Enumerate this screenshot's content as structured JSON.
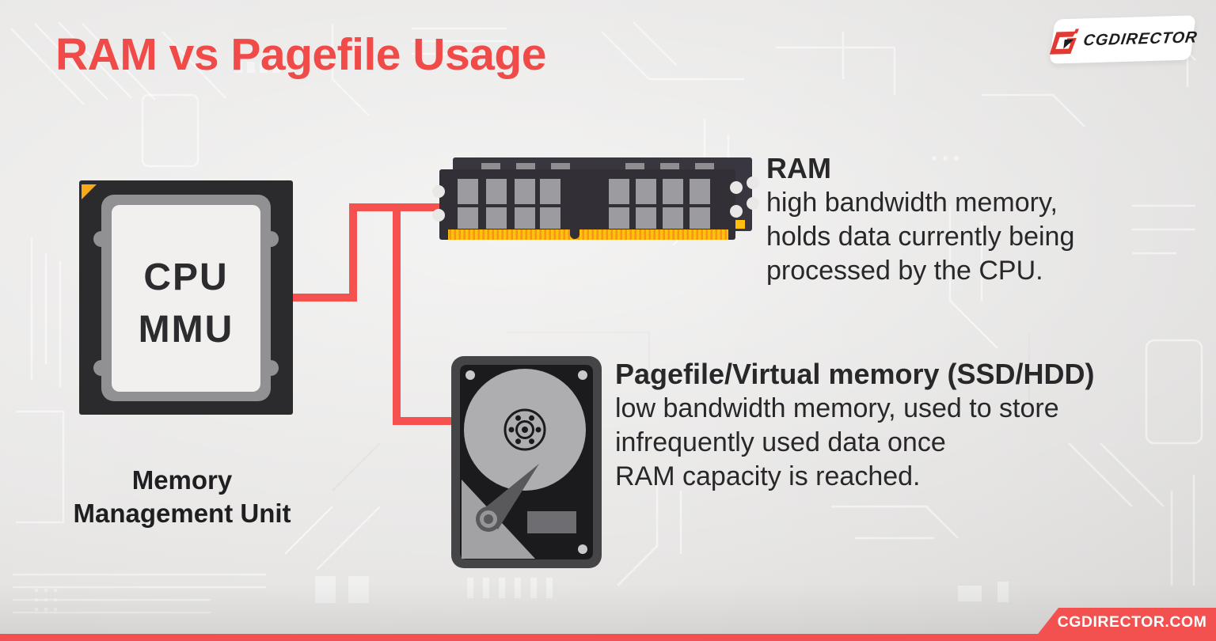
{
  "title": "RAM vs Pagefile Usage",
  "logo": {
    "brand": "CGDIRECTOR"
  },
  "diagram": {
    "cpu": {
      "label_line1": "CPU",
      "label_line2": "MMU",
      "caption_line1": "Memory",
      "caption_line2": "Management Unit"
    },
    "ram": {
      "heading": "RAM",
      "description": [
        "high bandwidth memory,",
        "holds data currently being",
        "processed by the CPU."
      ]
    },
    "pagefile": {
      "heading": "Pagefile/Virtual memory (SSD/HDD)",
      "description": [
        "low bandwidth memory, used to store",
        "infrequently used data once",
        "RAM capacity is reached."
      ]
    }
  },
  "footer": {
    "website": "CGDIRECTOR.COM"
  },
  "icons": {
    "logo_mark": "cgdirector-g-icon",
    "cpu": "cpu-chip-illustration",
    "ram": "ram-sticks-illustration",
    "hard_drive": "hard-drive-illustration",
    "connectors": "connector-lines"
  },
  "colors": {
    "title_red": "#F04A49",
    "accent_red": "#F4514F",
    "banner_red": "#F2514F",
    "gold": "#FFC10D",
    "dark_text": "#28282A",
    "background": "#E9E8E7"
  }
}
